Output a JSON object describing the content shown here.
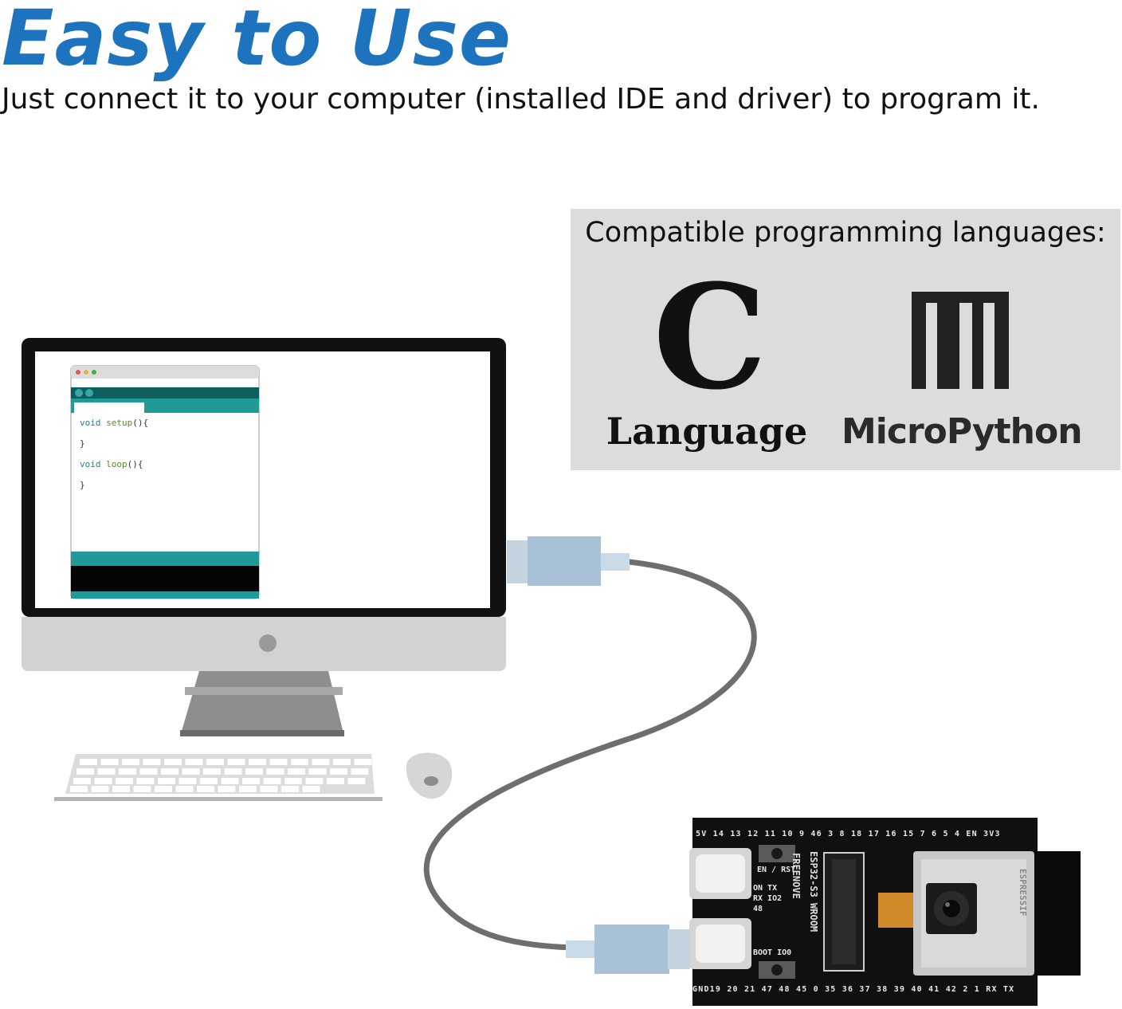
{
  "header": {
    "title": "Easy to Use",
    "subtitle": "Just connect it to your computer (installed IDE and driver) to program it."
  },
  "languages_panel": {
    "heading": "Compatible programming languages:",
    "c_logo_letter": "C",
    "c_label": "Language",
    "micropython_label": "MicroPython"
  },
  "ide_window": {
    "code_lines": [
      {
        "keyword": "void",
        "name": "setup",
        "suffix": "(){"
      },
      {
        "keyword": "",
        "name": "",
        "suffix": "}"
      },
      {
        "keyword": "void",
        "name": "loop",
        "suffix": "(){"
      },
      {
        "keyword": "",
        "name": "",
        "suffix": "}"
      }
    ]
  },
  "board": {
    "top_pins": "5V 14 13 12 11 10 9 46 3 8 18 17 16 15 7 6 5 4 EN 3V3",
    "bottom_pins": "GND19 20 21 47 48 45 0 35 36 37 38 39 40 41 42 2 1 RX TX",
    "en_rst_label": "EN / RST",
    "boot_label": "BOOT IO0",
    "led_labels": "ON TX RX IO2 48",
    "module_label": "ESP32-S3 WROOM",
    "brand_label": "FREENOVE",
    "chip_brand": "ESPRESSIF"
  },
  "colors": {
    "title_blue": "#1e73be",
    "teal": "#1f9a98",
    "dark_teal": "#0e5e5d",
    "cable_gray": "#707070",
    "usb_blue": "#a9c1d6",
    "panel_gray": "#dcdcdc"
  },
  "icons": [
    "computer-monitor-icon",
    "keyboard-icon",
    "mouse-icon",
    "usb-cable-icon",
    "esp32-board-icon",
    "micropython-logo-icon"
  ]
}
